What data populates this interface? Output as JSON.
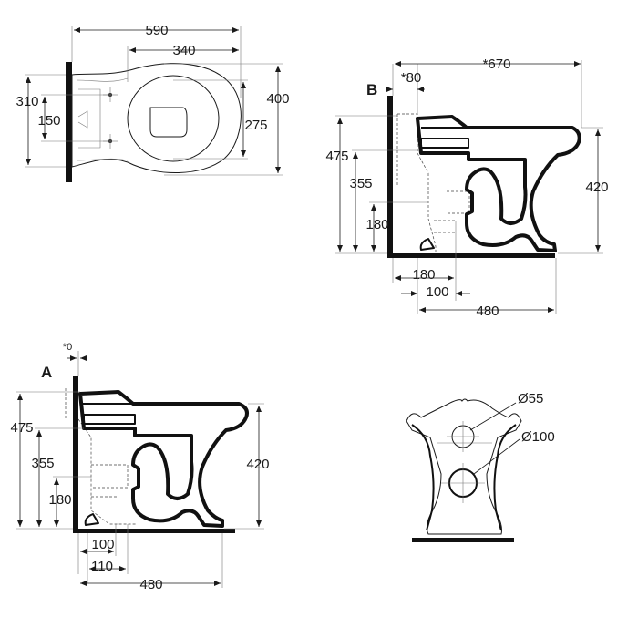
{
  "top_view": {
    "dim_590": "590",
    "dim_340": "340",
    "dim_310": "310",
    "dim_150": "150",
    "dim_400": "400",
    "dim_275": "275"
  },
  "view_b": {
    "label": "B",
    "dim_80": "*80",
    "dim_670": "*670",
    "dim_475": "475",
    "dim_355": "355",
    "dim_180v": "180",
    "dim_420": "420",
    "dim_180h": "180",
    "dim_100": "100",
    "dim_480": "480"
  },
  "view_a": {
    "label": "A",
    "dim_0": "*0",
    "dim_475": "475",
    "dim_355": "355",
    "dim_180v": "180",
    "dim_420": "420",
    "dim_100": "100",
    "dim_110": "110",
    "dim_480": "480"
  },
  "front_view": {
    "dia_55": "Ø55",
    "dia_100": "Ø100"
  }
}
